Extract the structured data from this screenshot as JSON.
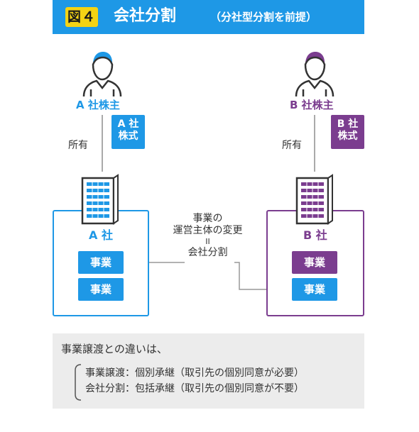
{
  "header": {
    "figure_label": "図４",
    "title": "会社分割",
    "subtitle": "（分社型分割を前提）"
  },
  "left": {
    "owner_label": "A 社株主",
    "share_label_1": "A 社",
    "share_label_2": "株式",
    "owns_label": "所有",
    "company_label": "A 社",
    "business_1": "事業",
    "business_2": "事業"
  },
  "right": {
    "owner_label": "B 社株主",
    "share_label_1": "B 社",
    "share_label_2": "株式",
    "owns_label": "所有",
    "company_label": "B 社",
    "business_1": "事業",
    "business_2": "事業"
  },
  "center": {
    "line1": "事業の",
    "line2": "運営主体の変更",
    "line3": "II",
    "line4": "会社分割"
  },
  "note": {
    "title": "事業譲渡との違いは、",
    "line1": "事業譲渡：個別承継（取引先の個別同意が必要）",
    "line2": "会社分割：包括承継（取引先の個別同意が不要）"
  },
  "colors": {
    "blue": "#1e98e6",
    "purple": "#7b3d8f",
    "yellow": "#f5d314",
    "gray_bg": "#ececec"
  }
}
